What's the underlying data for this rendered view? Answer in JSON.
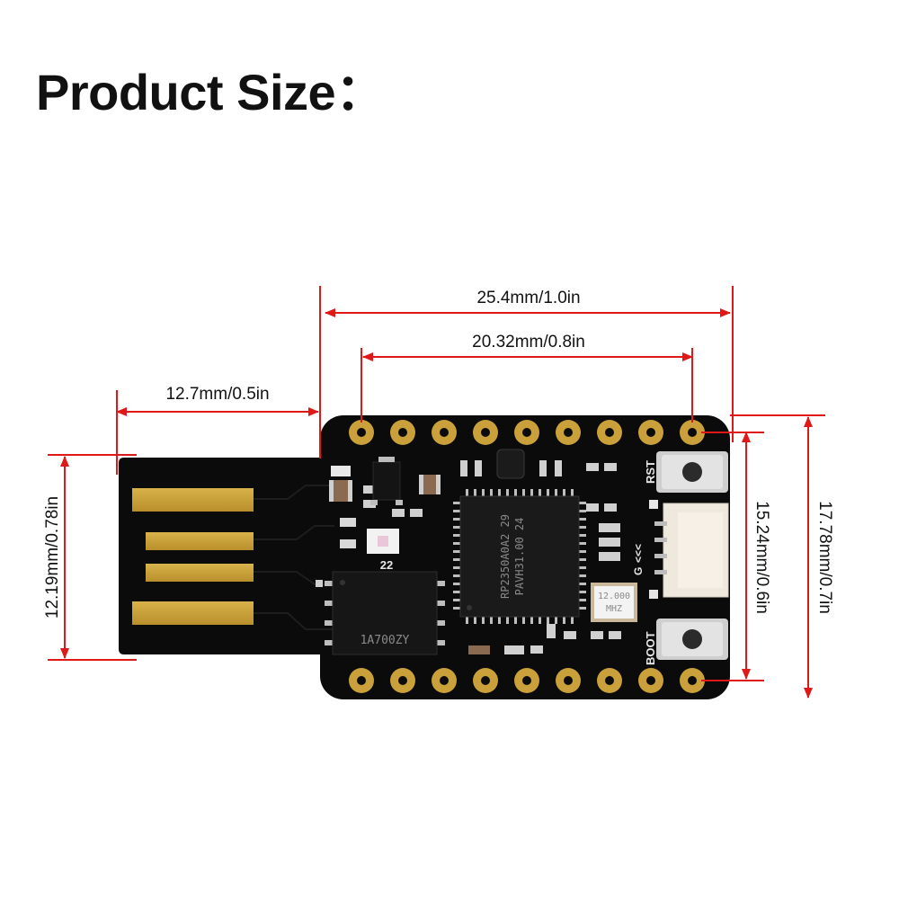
{
  "title": "Product Size：",
  "dimensions": {
    "overall_length": "25.4mm/1.0in",
    "pin_span": "20.32mm/0.8in",
    "usb_plug_length": "12.7mm/0.5in",
    "usb_plug_width": "12.19mm/0.78in",
    "pin_row_spacing": "15.24mm/0.6in",
    "board_width": "17.78mm/0.7in"
  },
  "board": {
    "mcu_marking_line1": "RP2350A0A2 29",
    "mcu_marking_line2": "PAVH31.00 24",
    "crystal_line1": "12.000",
    "crystal_line2": "MHZ",
    "flash_marking": "1A700ZY",
    "flash_label": "22",
    "rst_label": "RST",
    "boot_label": "BOOT",
    "gnd_label": "G",
    "io_label": "<<<"
  },
  "colors": {
    "dimension_line": "#e01818",
    "pcb": "#0b0b0b",
    "gold": "#c9a03a"
  }
}
